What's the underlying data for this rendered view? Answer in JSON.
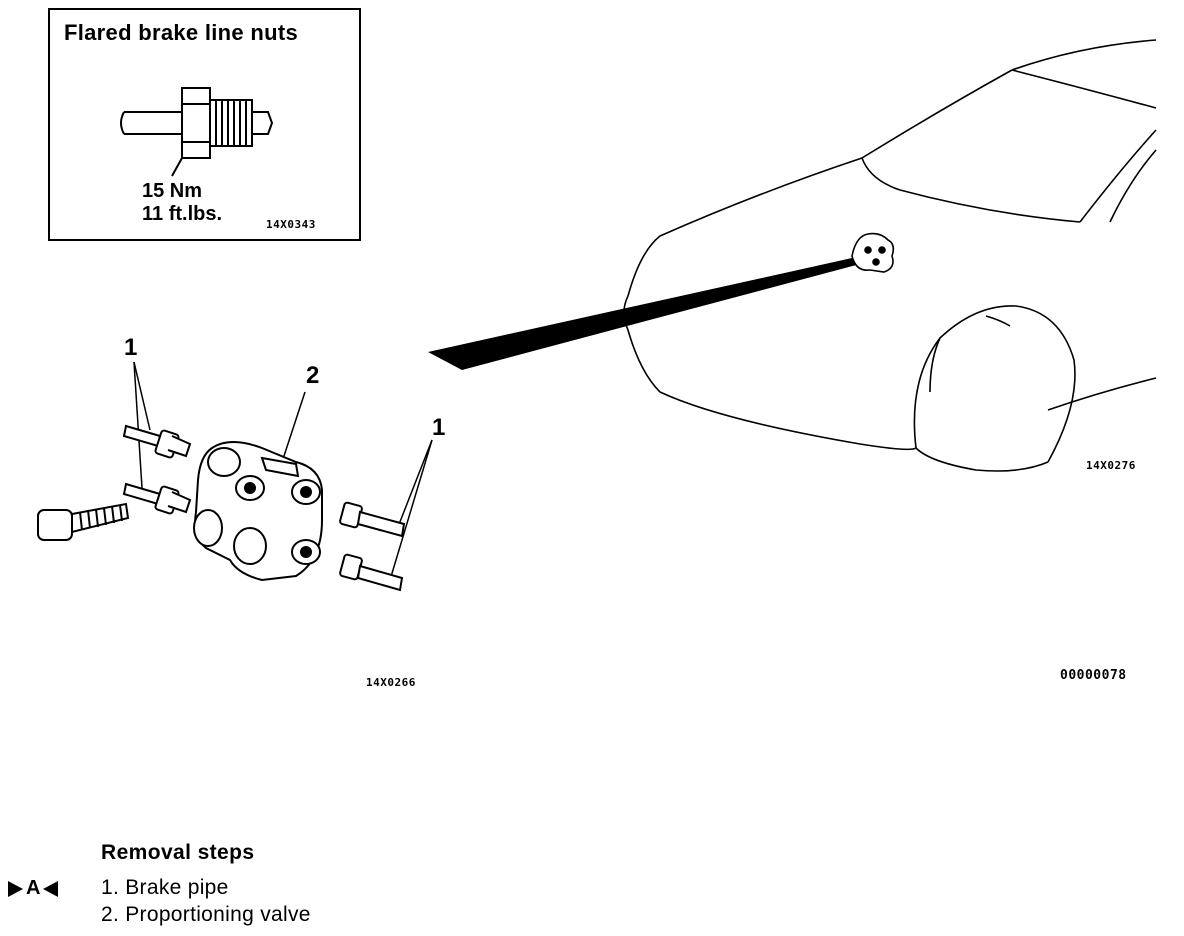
{
  "inset": {
    "title": "Flared brake line nuts",
    "torque_nm": "15 Nm",
    "torque_ftlbs": "11 ft.lbs.",
    "figure_code": "14X0343"
  },
  "callouts": {
    "brake_pipe_left": "1",
    "valve": "2",
    "brake_pipe_right": "1"
  },
  "figure_codes": {
    "valve_detail": "14X0266",
    "car_location": "14X0276",
    "page_code": "00000078"
  },
  "removal": {
    "heading": "Removal steps",
    "marker_letter": "A",
    "steps": [
      "1. Brake pipe",
      "2. Proportioning valve"
    ]
  }
}
